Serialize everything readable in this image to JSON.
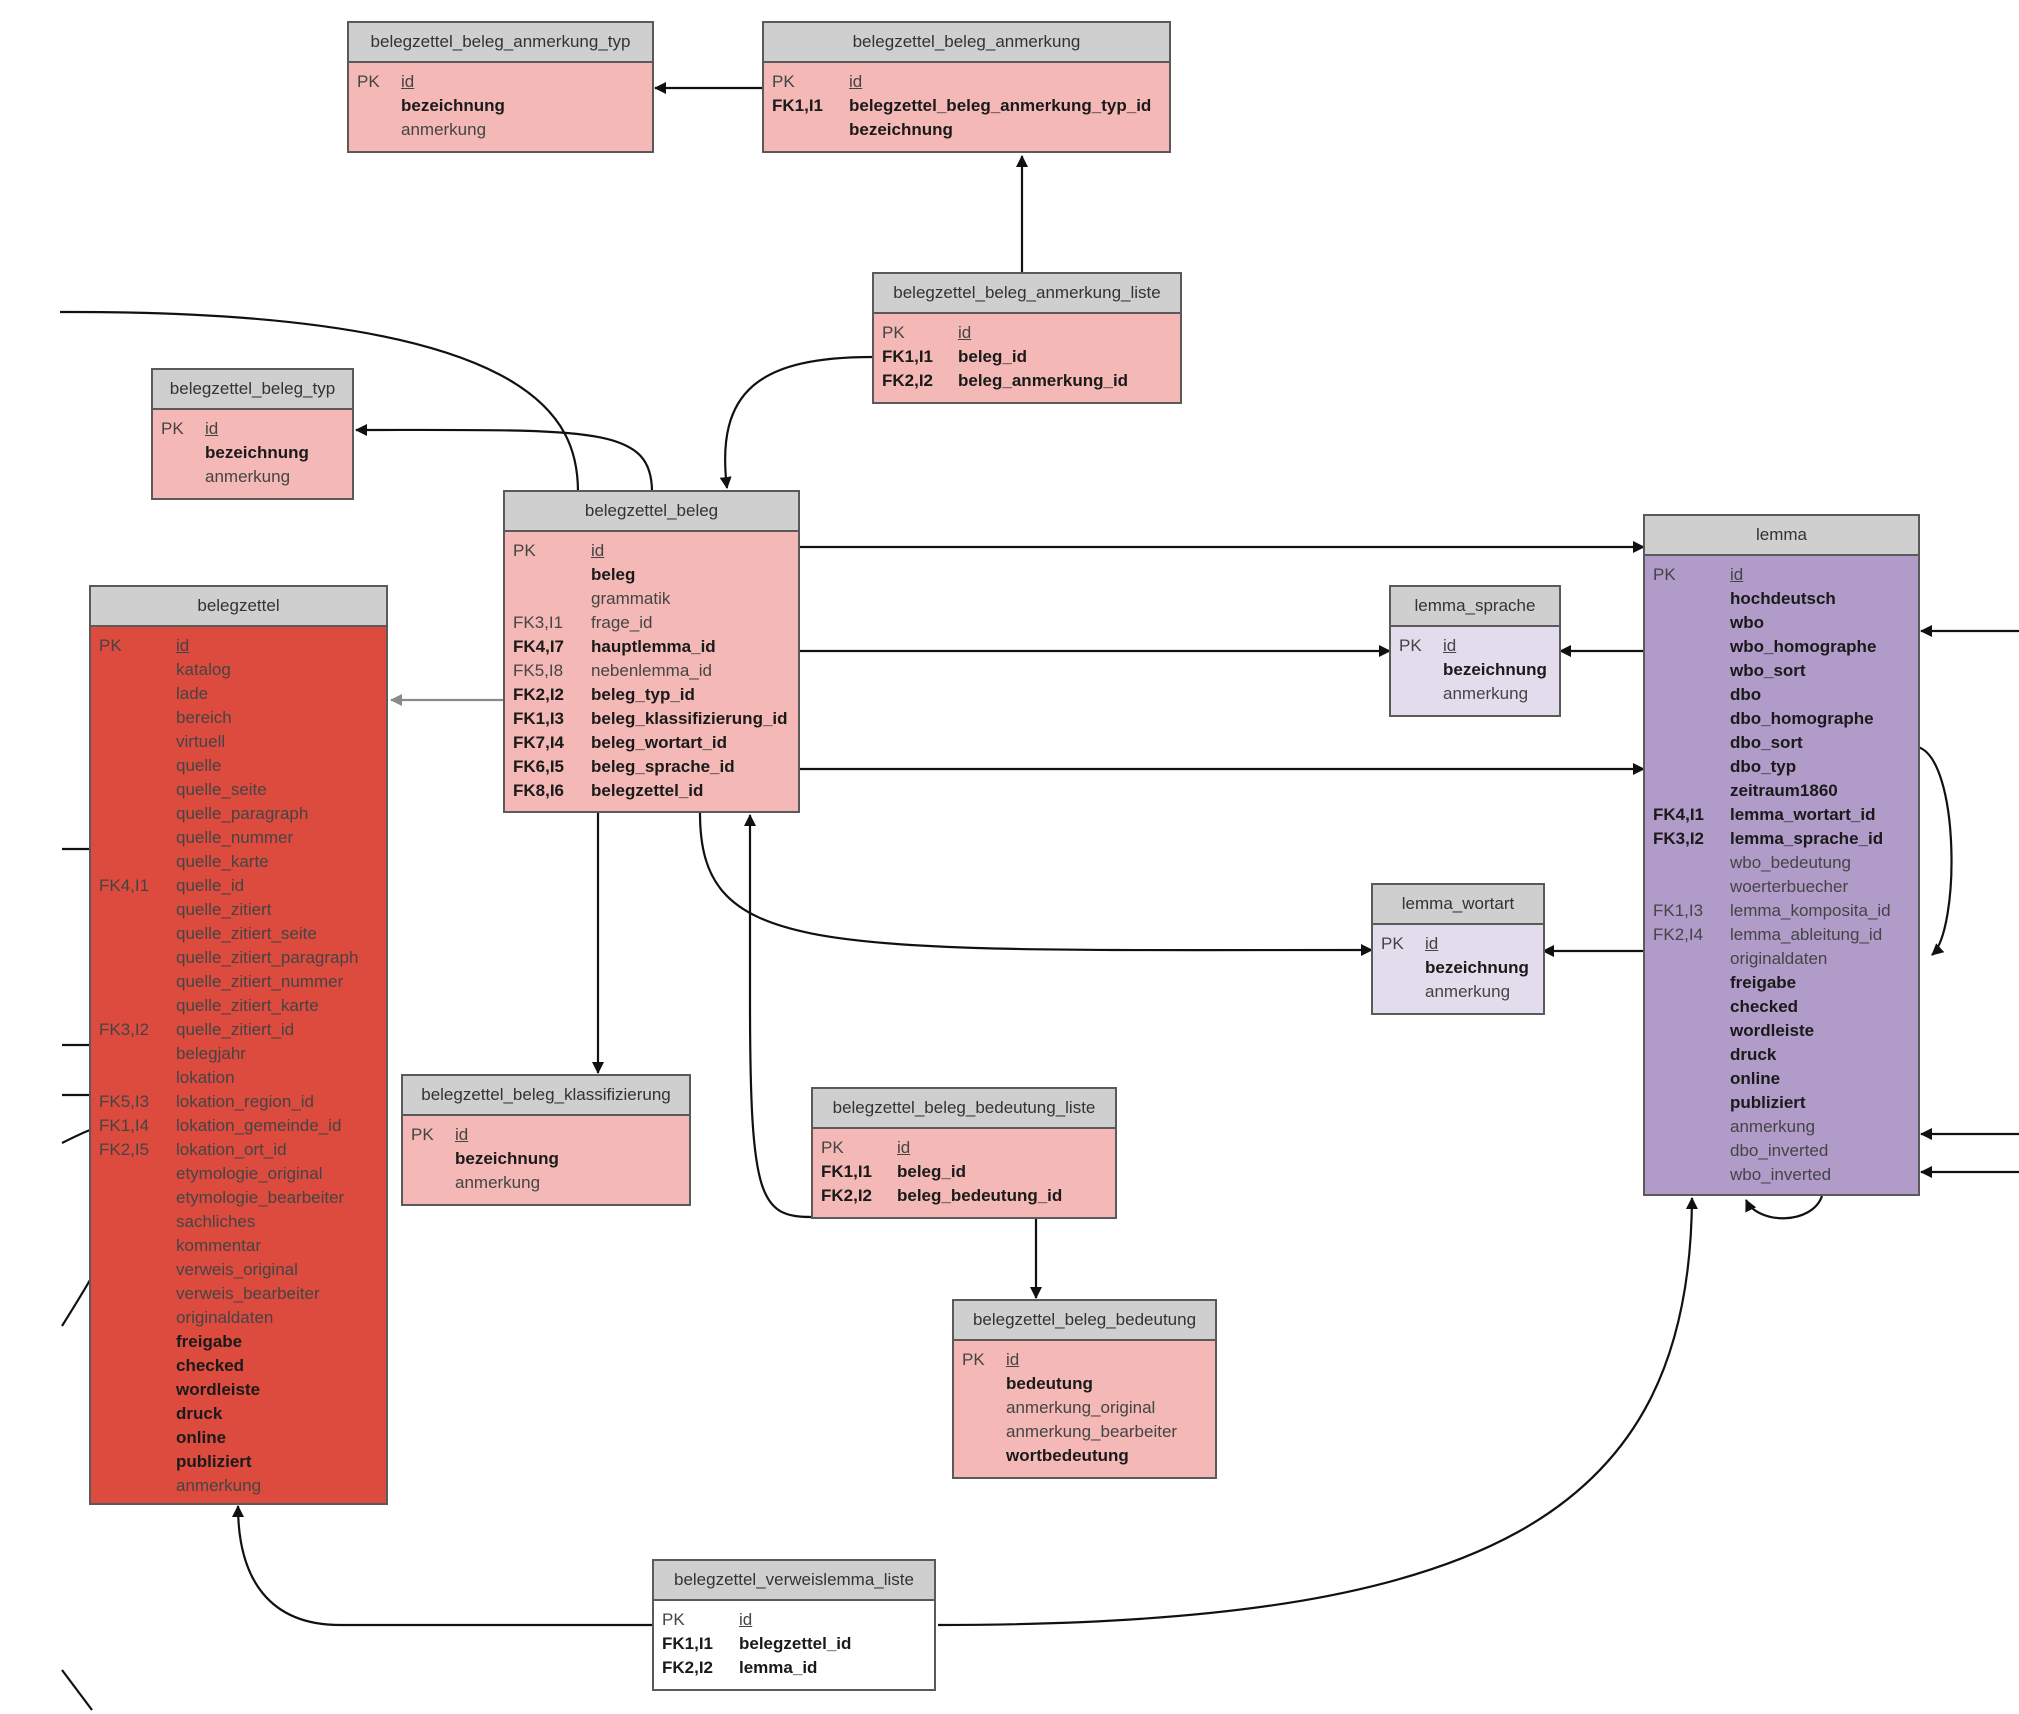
{
  "colors": {
    "pink": "#f4b9b6",
    "red": "#dd4b3e",
    "lavender": "#e3dced",
    "purple": "#b19bc9",
    "white": "#ffffff",
    "header": "#cfcfcf",
    "border": "#5a5a5a"
  },
  "entities": {
    "anmerkung_typ": {
      "title": "belegzettel_beleg_anmerkung_typ",
      "rows": [
        {
          "key": "PK",
          "field": "id",
          "pk": true
        },
        {
          "key": "",
          "field": "bezeichnung",
          "bold": true
        },
        {
          "key": "",
          "field": "anmerkung"
        }
      ]
    },
    "anmerkung": {
      "title": "belegzettel_beleg_anmerkung",
      "rows": [
        {
          "key": "PK",
          "field": "id",
          "pk": true
        },
        {
          "key": "FK1,I1",
          "field": "belegzettel_beleg_anmerkung_typ_id",
          "bold": true
        },
        {
          "key": "",
          "field": "bezeichnung",
          "bold": true
        }
      ]
    },
    "anmerkung_liste": {
      "title": "belegzettel_beleg_anmerkung_liste",
      "rows": [
        {
          "key": "PK",
          "field": "id",
          "pk": true
        },
        {
          "key": "FK1,I1",
          "field": "beleg_id",
          "bold": true
        },
        {
          "key": "FK2,I2",
          "field": "beleg_anmerkung_id",
          "bold": true
        }
      ]
    },
    "beleg_typ": {
      "title": "belegzettel_beleg_typ",
      "rows": [
        {
          "key": "PK",
          "field": "id",
          "pk": true
        },
        {
          "key": "",
          "field": "bezeichnung",
          "bold": true
        },
        {
          "key": "",
          "field": "anmerkung"
        }
      ]
    },
    "beleg": {
      "title": "belegzettel_beleg",
      "rows": [
        {
          "key": "PK",
          "field": "id",
          "pk": true
        },
        {
          "key": "",
          "field": "beleg",
          "bold": true
        },
        {
          "key": "",
          "field": "grammatik"
        },
        {
          "key": "FK3,I1",
          "field": "frage_id"
        },
        {
          "key": "FK4,I7",
          "field": "hauptlemma_id",
          "bold": true
        },
        {
          "key": "FK5,I8",
          "field": "nebenlemma_id"
        },
        {
          "key": "FK2,I2",
          "field": "beleg_typ_id",
          "bold": true
        },
        {
          "key": "FK1,I3",
          "field": "beleg_klassifizierung_id",
          "bold": true
        },
        {
          "key": "FK7,I4",
          "field": "beleg_wortart_id",
          "bold": true
        },
        {
          "key": "FK6,I5",
          "field": "beleg_sprache_id",
          "bold": true
        },
        {
          "key": "FK8,I6",
          "field": "belegzettel_id",
          "bold": true
        }
      ]
    },
    "belegzettel": {
      "title": "belegzettel",
      "rows": [
        {
          "key": "PK",
          "field": "id",
          "pk": true
        },
        {
          "key": "",
          "field": "katalog"
        },
        {
          "key": "",
          "field": "lade"
        },
        {
          "key": "",
          "field": "bereich"
        },
        {
          "key": "",
          "field": "virtuell"
        },
        {
          "key": "",
          "field": "quelle"
        },
        {
          "key": "",
          "field": "quelle_seite"
        },
        {
          "key": "",
          "field": "quelle_paragraph"
        },
        {
          "key": "",
          "field": "quelle_nummer"
        },
        {
          "key": "",
          "field": "quelle_karte"
        },
        {
          "key": "FK4,I1",
          "field": "quelle_id"
        },
        {
          "key": "",
          "field": "quelle_zitiert"
        },
        {
          "key": "",
          "field": "quelle_zitiert_seite"
        },
        {
          "key": "",
          "field": "quelle_zitiert_paragraph"
        },
        {
          "key": "",
          "field": "quelle_zitiert_nummer"
        },
        {
          "key": "",
          "field": "quelle_zitiert_karte"
        },
        {
          "key": "FK3,I2",
          "field": "quelle_zitiert_id"
        },
        {
          "key": "",
          "field": "belegjahr"
        },
        {
          "key": "",
          "field": "lokation"
        },
        {
          "key": "FK5,I3",
          "field": "lokation_region_id"
        },
        {
          "key": "FK1,I4",
          "field": "lokation_gemeinde_id"
        },
        {
          "key": "FK2,I5",
          "field": "lokation_ort_id"
        },
        {
          "key": "",
          "field": "etymologie_original"
        },
        {
          "key": "",
          "field": "etymologie_bearbeiter"
        },
        {
          "key": "",
          "field": "sachliches"
        },
        {
          "key": "",
          "field": "kommentar"
        },
        {
          "key": "",
          "field": "verweis_original"
        },
        {
          "key": "",
          "field": "verweis_bearbeiter"
        },
        {
          "key": "",
          "field": "originaldaten"
        },
        {
          "key": "",
          "field": "freigabe",
          "bold": true
        },
        {
          "key": "",
          "field": "checked",
          "bold": true
        },
        {
          "key": "",
          "field": "wordleiste",
          "bold": true
        },
        {
          "key": "",
          "field": "druck",
          "bold": true
        },
        {
          "key": "",
          "field": "online",
          "bold": true
        },
        {
          "key": "",
          "field": "publiziert",
          "bold": true
        },
        {
          "key": "",
          "field": "anmerkung"
        }
      ]
    },
    "lemma_sprache": {
      "title": "lemma_sprache",
      "rows": [
        {
          "key": "PK",
          "field": "id",
          "pk": true
        },
        {
          "key": "",
          "field": "bezeichnung",
          "bold": true
        },
        {
          "key": "",
          "field": "anmerkung"
        }
      ]
    },
    "lemma_wortart": {
      "title": "lemma_wortart",
      "rows": [
        {
          "key": "PK",
          "field": "id",
          "pk": true
        },
        {
          "key": "",
          "field": "bezeichnung",
          "bold": true
        },
        {
          "key": "",
          "field": "anmerkung"
        }
      ]
    },
    "lemma": {
      "title": "lemma",
      "rows": [
        {
          "key": "PK",
          "field": "id",
          "pk": true
        },
        {
          "key": "",
          "field": "hochdeutsch",
          "bold": true
        },
        {
          "key": "",
          "field": "wbo",
          "bold": true
        },
        {
          "key": "",
          "field": "wbo_homographe",
          "bold": true
        },
        {
          "key": "",
          "field": "wbo_sort",
          "bold": true
        },
        {
          "key": "",
          "field": "dbo",
          "bold": true
        },
        {
          "key": "",
          "field": "dbo_homographe",
          "bold": true
        },
        {
          "key": "",
          "field": "dbo_sort",
          "bold": true
        },
        {
          "key": "",
          "field": "dbo_typ",
          "bold": true
        },
        {
          "key": "",
          "field": "zeitraum1860",
          "bold": true
        },
        {
          "key": "FK4,I1",
          "field": "lemma_wortart_id",
          "bold": true
        },
        {
          "key": "FK3,I2",
          "field": "lemma_sprache_id",
          "bold": true
        },
        {
          "key": "",
          "field": "wbo_bedeutung"
        },
        {
          "key": "",
          "field": "woerterbuecher"
        },
        {
          "key": "FK1,I3",
          "field": "lemma_komposita_id"
        },
        {
          "key": "FK2,I4",
          "field": "lemma_ableitung_id"
        },
        {
          "key": "",
          "field": "originaldaten"
        },
        {
          "key": "",
          "field": "freigabe",
          "bold": true
        },
        {
          "key": "",
          "field": "checked",
          "bold": true
        },
        {
          "key": "",
          "field": "wordleiste",
          "bold": true
        },
        {
          "key": "",
          "field": "druck",
          "bold": true
        },
        {
          "key": "",
          "field": "online",
          "bold": true
        },
        {
          "key": "",
          "field": "publiziert",
          "bold": true
        },
        {
          "key": "",
          "field": "anmerkung"
        },
        {
          "key": "",
          "field": "dbo_inverted"
        },
        {
          "key": "",
          "field": "wbo_inverted"
        }
      ]
    },
    "klassifizierung": {
      "title": "belegzettel_beleg_klassifizierung",
      "rows": [
        {
          "key": "PK",
          "field": "id",
          "pk": true
        },
        {
          "key": "",
          "field": "bezeichnung",
          "bold": true
        },
        {
          "key": "",
          "field": "anmerkung"
        }
      ]
    },
    "bedeutung_liste": {
      "title": "belegzettel_beleg_bedeutung_liste",
      "rows": [
        {
          "key": "PK",
          "field": "id",
          "pk": true
        },
        {
          "key": "FK1,I1",
          "field": "beleg_id",
          "bold": true
        },
        {
          "key": "FK2,I2",
          "field": "beleg_bedeutung_id",
          "bold": true
        }
      ]
    },
    "bedeutung": {
      "title": "belegzettel_beleg_bedeutung",
      "rows": [
        {
          "key": "PK",
          "field": "id",
          "pk": true
        },
        {
          "key": "",
          "field": "bedeutung",
          "bold": true
        },
        {
          "key": "",
          "field": "anmerkung_original"
        },
        {
          "key": "",
          "field": "anmerkung_bearbeiter"
        },
        {
          "key": "",
          "field": "wortbedeutung",
          "bold": true
        }
      ]
    },
    "verweislemma_liste": {
      "title": "belegzettel_verweislemma_liste",
      "rows": [
        {
          "key": "PK",
          "field": "id",
          "pk": true
        },
        {
          "key": "FK1,I1",
          "field": "belegzettel_id",
          "bold": true
        },
        {
          "key": "FK2,I2",
          "field": "lemma_id",
          "bold": true
        }
      ]
    }
  }
}
